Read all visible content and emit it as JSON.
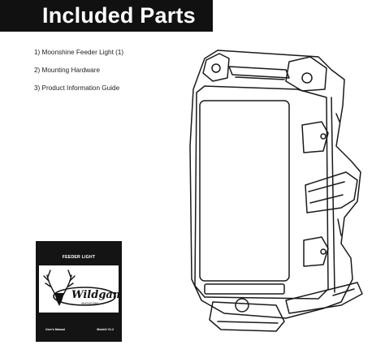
{
  "header": {
    "title": "Included Parts"
  },
  "parts": [
    "1) Moonshine Feeder Light (1)",
    "2) Mounting Hardware",
    "3) Product Information Guide"
  ],
  "manual": {
    "title": "FEEDER LIGHT",
    "brand": "Wildgame",
    "brand_sub": "INNOVATIONS",
    "footer_left": "User's Manual",
    "footer_right": "Model# V1.2"
  },
  "colors": {
    "banner": "#111111",
    "manual_cover": "#141414",
    "line": "#1a1a1a"
  }
}
